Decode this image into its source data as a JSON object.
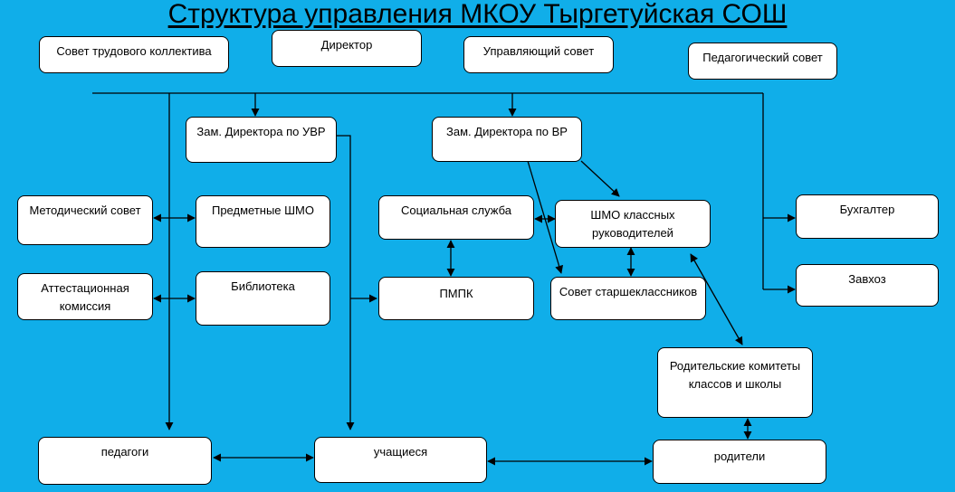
{
  "title": "Структура управления МКОУ Тыргетуйская СОШ",
  "colors": {
    "background": "#10aee9",
    "box": "#ffffff",
    "line": "#000000"
  },
  "nodes": {
    "labor_council": "Совет трудового коллектива",
    "director": "Директор",
    "governing_council": "Управляющий совет",
    "pedagogical_council": "Педагогический совет",
    "deputy_uvr": "Зам. Директора по УВР",
    "deputy_vr": "Зам. Директора по ВР",
    "methodical_council": "Методический совет",
    "subject_shmo": "Предметные ШМО",
    "social_service": "Социальная служба",
    "class_teachers_shmo": "ШМО классных руководителей",
    "accountant": "Бухгалтер",
    "attestation_commission": "Аттестационная комиссия",
    "library": "Библиотека",
    "pmpk": "ПМПК",
    "senior_students_council": "Совет старшеклассников",
    "caretaker": "Завхоз",
    "parent_committees": "Родительские комитеты классов и школы",
    "teachers": "педагоги",
    "students": "учащиеся",
    "parents": "родители"
  }
}
